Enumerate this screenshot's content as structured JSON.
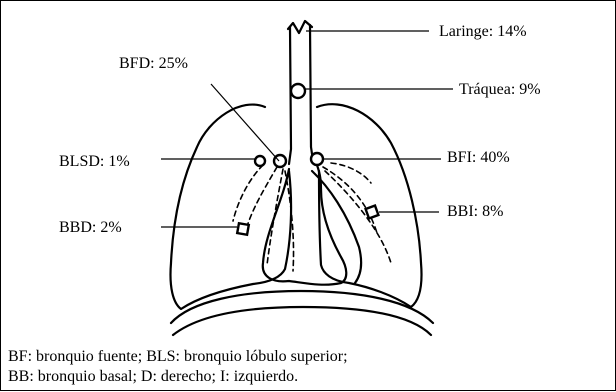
{
  "labels": {
    "laringe": "Laringe: 14%",
    "traquea": "Tráquea: 9%",
    "bfd": "BFD: 25%",
    "blsd": "BLSD: 1%",
    "bfi": "BFI: 40%",
    "bbi": "BBI: 8%",
    "bbd": "BBD: 2%"
  },
  "legend": {
    "line1": "BF: bronquio fuente; BLS: bronquio lóbulo superior;",
    "line2": "BB: bronquio basal; D: derecho; I: izquierdo."
  }
}
